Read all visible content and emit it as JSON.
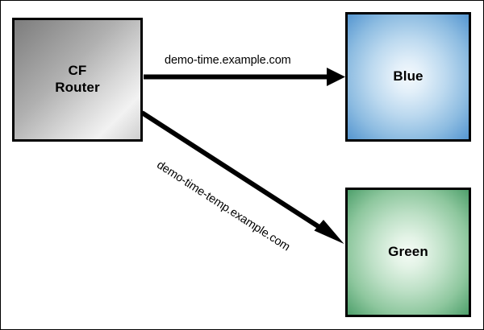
{
  "diagram": {
    "title": "CF Router hostname routing diagram",
    "background_color": "#ffffff",
    "border_color": "#000000",
    "nodes": [
      {
        "id": "cf-router",
        "label": "CF\nRouter",
        "shape": "rectangle",
        "fill_style": "linear-gradient-gray",
        "fill_from": "#7d7d7d",
        "fill_to": "#f2f2f2",
        "border_color": "#000000"
      },
      {
        "id": "blue",
        "label": "Blue",
        "shape": "rectangle",
        "fill_style": "radial-gradient-blue",
        "fill_center": "#f4f9fd",
        "fill_edge": "#3f83c4",
        "border_color": "#000000"
      },
      {
        "id": "green",
        "label": "Green",
        "shape": "rectangle",
        "fill_style": "radial-gradient-green",
        "fill_center": "#f4fbf5",
        "fill_edge": "#3d8f5c",
        "border_color": "#000000"
      }
    ],
    "edges": [
      {
        "id": "edge-blue",
        "label": "demo-time.example.com",
        "from": "cf-router",
        "to": "blue",
        "orientation": "horizontal",
        "color": "#000000",
        "arrowhead": "solid-triangle"
      },
      {
        "id": "edge-green",
        "label": "demo-time-temp.example.com",
        "from": "cf-router",
        "to": "green",
        "orientation": "diagonal",
        "rotation_degrees": 32.9,
        "color": "#000000",
        "arrowhead": "solid-triangle"
      }
    ]
  }
}
